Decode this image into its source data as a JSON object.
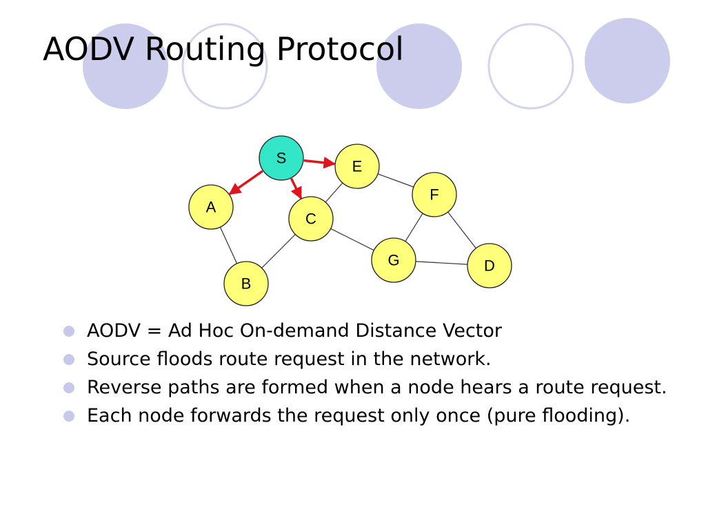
{
  "slide": {
    "title": "AODV Routing Protocol",
    "accent_color": "#ccccec",
    "outline_color": "#d4d4ee"
  },
  "diagram": {
    "nodes": [
      {
        "id": "S",
        "label": "S",
        "fill": "#33e6c8",
        "role": "source"
      },
      {
        "id": "E",
        "label": "E",
        "fill": "#ffff7a"
      },
      {
        "id": "F",
        "label": "F",
        "fill": "#ffff7a"
      },
      {
        "id": "A",
        "label": "A",
        "fill": "#ffff7a"
      },
      {
        "id": "C",
        "label": "C",
        "fill": "#ffff7a"
      },
      {
        "id": "G",
        "label": "G",
        "fill": "#ffff7a"
      },
      {
        "id": "D",
        "label": "D",
        "fill": "#ffff7a"
      },
      {
        "id": "B",
        "label": "B",
        "fill": "#ffff7a"
      }
    ],
    "links": [
      {
        "from": "E",
        "to": "F"
      },
      {
        "from": "E",
        "to": "C"
      },
      {
        "from": "F",
        "to": "G"
      },
      {
        "from": "F",
        "to": "D"
      },
      {
        "from": "G",
        "to": "D"
      },
      {
        "from": "C",
        "to": "G"
      },
      {
        "from": "C",
        "to": "B"
      },
      {
        "from": "A",
        "to": "B"
      }
    ],
    "request_arrows": [
      {
        "from": "S",
        "to": "E"
      },
      {
        "from": "S",
        "to": "A"
      },
      {
        "from": "S",
        "to": "C"
      }
    ],
    "arrow_color": "#e0141e"
  },
  "bullets": [
    {
      "text": "AODV = Ad Hoc On-demand Distance Vector"
    },
    {
      "text": "Source floods route request in the network."
    },
    {
      "text": "Reverse paths are formed when a node hears a route request."
    },
    {
      "text": "Each node forwards the request only once (pure flooding)."
    }
  ]
}
